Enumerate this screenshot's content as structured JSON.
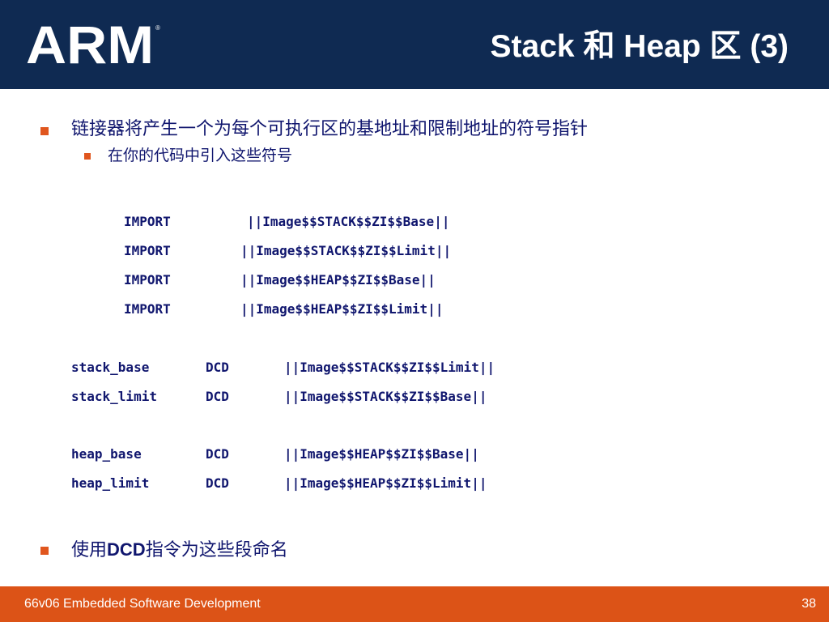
{
  "header": {
    "logo_text": "ARM",
    "title": "Stack 和 Heap 区 (3)"
  },
  "body": {
    "bullet_1": "链接器将产生一个为每个可执行区的基地址和限制地址的符号指针",
    "sub_bullet_1": "在你的代码中引入这些符号",
    "imports": [
      {
        "keyword": "IMPORT",
        "symbol": "||Image$$STACK$$ZI$$Base||"
      },
      {
        "keyword": "IMPORT",
        "symbol": "||Image$$STACK$$ZI$$Limit||"
      },
      {
        "keyword": "IMPORT",
        "symbol": "||Image$$HEAP$$ZI$$Base||"
      },
      {
        "keyword": "IMPORT",
        "symbol": "||Image$$HEAP$$ZI$$Limit||"
      }
    ],
    "stack_defs": [
      {
        "label": "stack_base",
        "directive": "DCD",
        "value": "||Image$$STACK$$ZI$$Limit||"
      },
      {
        "label": "stack_limit",
        "directive": "DCD",
        "value": "||Image$$STACK$$ZI$$Base||"
      }
    ],
    "heap_defs": [
      {
        "label": "heap_base",
        "directive": "DCD",
        "value": "||Image$$HEAP$$ZI$$Base||"
      },
      {
        "label": "heap_limit",
        "directive": "DCD",
        "value": "||Image$$HEAP$$ZI$$Limit||"
      }
    ],
    "bullet_2_prefix": "使用",
    "bullet_2_keyword": "DCD",
    "bullet_2_suffix": "指令为这些段命名"
  },
  "footer": {
    "course": "66v06 Embedded Software Development",
    "page": "38"
  },
  "colors": {
    "header_bg": "#0f2a52",
    "footer_bg": "#dc5317",
    "bullet": "#e0561e",
    "text": "#10166e"
  }
}
